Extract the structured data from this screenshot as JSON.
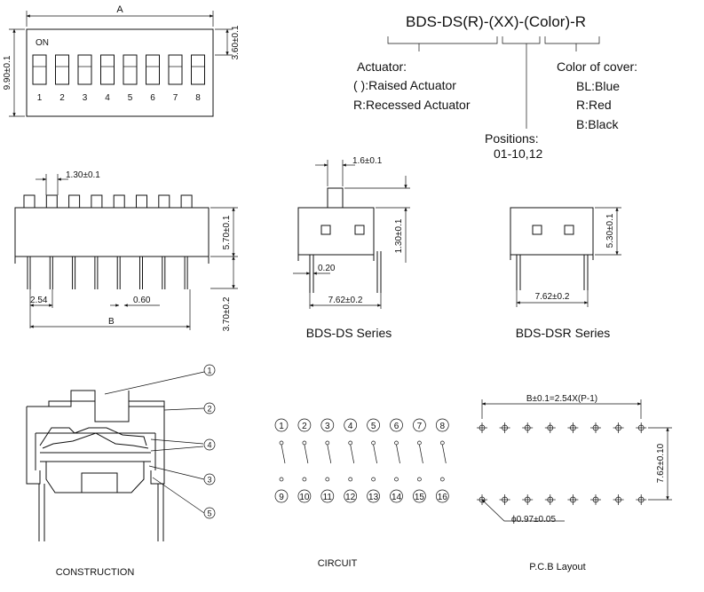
{
  "part_number": "BDS-DS(R)-(XX)-(Color)-R",
  "actuator": {
    "title": "Actuator:",
    "raised": "(  ):Raised Actuator",
    "recessed": "R:Recessed Actuator"
  },
  "positions": {
    "title": "Positions:",
    "range": "01-10,12"
  },
  "cover_color": {
    "title": "Color of cover:",
    "options": [
      "BL:Blue",
      "R:Red",
      "B:Black"
    ]
  },
  "top_view": {
    "dim_a": "A",
    "dim_height": "9.90±0.1",
    "dim_switch": "3.60±0.1",
    "on_label": "ON",
    "switch_numbers": [
      "1",
      "2",
      "3",
      "4",
      "5",
      "6",
      "7",
      "8"
    ]
  },
  "front_view": {
    "dim_pitch_top": "1.30±0.1",
    "dim_body_height": "5.70±0.1",
    "dim_pin_length": "3.70±0.2",
    "dim_pin_pitch": "2.54",
    "dim_pin_width": "0.60",
    "dim_b": "B"
  },
  "ds_series": {
    "label": "BDS-DS Series",
    "dim_actuator_width": "1.6±0.1",
    "dim_actuator_height": "1.30±0.1",
    "dim_offset": "0.20",
    "dim_row_spacing": "7.62±0.2"
  },
  "dsr_series": {
    "label": "BDS-DSR Series",
    "dim_height": "5.30±0.1",
    "dim_row_spacing": "7.62±0.2"
  },
  "construction": {
    "caption": "CONSTRUCTION",
    "callouts": [
      "1",
      "2",
      "4",
      "3",
      "5"
    ]
  },
  "circuit": {
    "caption": "CIRCUIT",
    "top_numbers": [
      "1",
      "2",
      "3",
      "4",
      "5",
      "6",
      "7",
      "8"
    ],
    "bottom_numbers": [
      "9",
      "10",
      "11",
      "12",
      "13",
      "14",
      "15",
      "16"
    ]
  },
  "pcb": {
    "caption": "P.C.B Layout",
    "dim_b": "B±0.1=2.54X(P-1)",
    "dim_row": "7.62±0.10",
    "dim_hole": "ϕ0.97±0.05"
  }
}
